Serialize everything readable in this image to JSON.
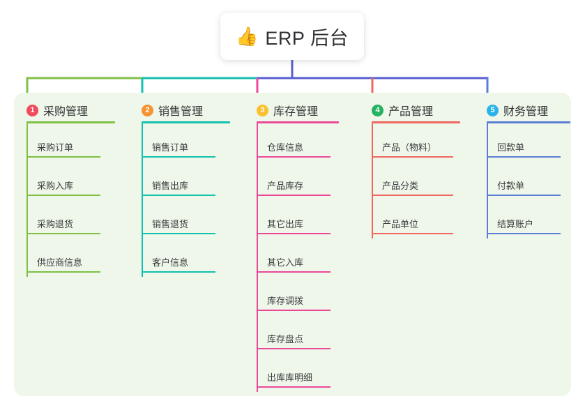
{
  "title": {
    "emoji": "👍",
    "emoji_name": "thumbs-up-icon",
    "text": "ERP 后台"
  },
  "colors": {
    "panel_bg": "#eef7e9",
    "page_bg": "#ffffff",
    "text": "#2f3033",
    "col1_line": "#7fc045",
    "col2_line": "#13c1ac",
    "col3_line": "#ec4899",
    "col4_line": "#f0675f",
    "col5_line": "#5b7fd4",
    "trunk": "#5a5fd0",
    "badge1": "#f2495c",
    "badge2": "#f59332",
    "badge3": "#fbc02d",
    "badge4": "#24b361",
    "badge5": "#2bb3e8"
  },
  "columns": [
    {
      "index": "1",
      "badge": "1",
      "badge_color": "#f2495c",
      "line_color": "#7fc045",
      "label": "采购管理",
      "items": [
        {
          "label": "采购订单"
        },
        {
          "label": "采购入库"
        },
        {
          "label": "采购退货"
        },
        {
          "label": "供应商信息"
        }
      ]
    },
    {
      "index": "2",
      "badge": "2",
      "badge_color": "#f59332",
      "line_color": "#13c1ac",
      "label": "销售管理",
      "items": [
        {
          "label": "销售订单"
        },
        {
          "label": "销售出库"
        },
        {
          "label": "销售退货"
        },
        {
          "label": "客户信息"
        }
      ]
    },
    {
      "index": "3",
      "badge": "3",
      "badge_color": "#fbc02d",
      "line_color": "#ec4899",
      "label": "库存管理",
      "items": [
        {
          "label": "仓库信息"
        },
        {
          "label": "产品库存"
        },
        {
          "label": "其它出库"
        },
        {
          "label": "其它入库"
        },
        {
          "label": "库存调拨"
        },
        {
          "label": "库存盘点"
        },
        {
          "label": "出库库明细"
        }
      ]
    },
    {
      "index": "4",
      "badge": "4",
      "badge_color": "#24b361",
      "line_color": "#f0675f",
      "label": "产品管理",
      "items": [
        {
          "label": "产品（物料）"
        },
        {
          "label": "产品分类"
        },
        {
          "label": "产品单位"
        }
      ]
    },
    {
      "index": "5",
      "badge": "5",
      "badge_color": "#2bb3e8",
      "line_color": "#5b7fd4",
      "label": "财务管理",
      "items": [
        {
          "label": "回款单"
        },
        {
          "label": "付款单"
        },
        {
          "label": "结算账户"
        }
      ]
    }
  ]
}
